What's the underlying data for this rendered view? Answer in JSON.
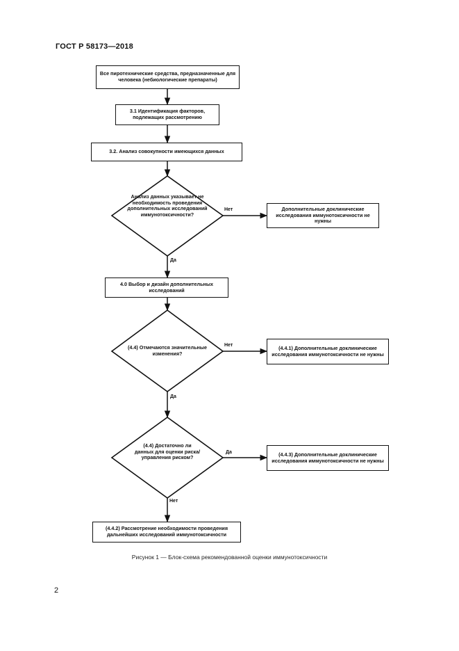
{
  "header": {
    "standard": "ГОСТ Р 58173—2018"
  },
  "flowchart": {
    "box_start": "Все пиротехнические средства, предназначенные для человека (небиологические препараты)",
    "box_identify": "3.1 Идентификация факторов, подлежащих рассмотрению",
    "box_analysis": "3.2. Анализ совокупности имеющихся данных",
    "decision_1": "Анализ данных указывает не необходимость проведения дополнительных исследований иммунотоксичности?",
    "result_1": "Дополнительные доклинические исследования иммунотоксичности не нужны",
    "box_design": "4.0 Выбор и дизайн дополнительных исследований",
    "decision_2": "(4.4) Отмечаются значительные изменения?",
    "result_2": "(4.4.1) Дополнительные доклинические исследования иммунотоксичности не нужны",
    "decision_3": "(4.4) Достаточно ли данных для оценки риска/управления риском?",
    "result_3": "(4.4.3) Дополнительные доклинические исследования иммунотоксичности не нужны",
    "box_final": "(4.4.2) Рассмотрение необходимости проведения дальнейших исследований иммунотоксичности",
    "labels": {
      "no_1": "Нет",
      "yes_1": "Да",
      "no_2": "Нет",
      "yes_2": "Да",
      "yes_3": "Да",
      "no_3": "Нет"
    }
  },
  "caption": "Рисунок 1 — Блок-схема рекомендованной оценки иммунотоксичности",
  "page_number": "2"
}
